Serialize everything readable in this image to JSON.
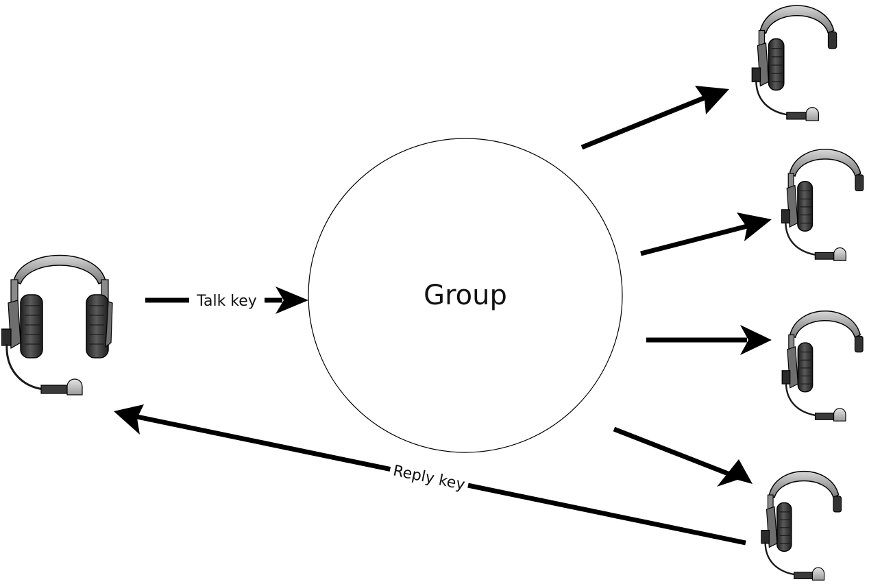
{
  "diagram": {
    "group_label": "Group",
    "talk_label": "Talk  key",
    "reply_label": "Reply key",
    "nodes": {
      "sender": "dual-ear-headset",
      "receivers": [
        "single-ear-headset",
        "single-ear-headset",
        "single-ear-headset",
        "single-ear-headset"
      ]
    },
    "colors": {
      "stroke": "#000000",
      "background": "#ffffff",
      "headband": "#a9a9a9",
      "ear_cushion": "#3a3a3a",
      "mic_tip": "#c8c8c8"
    }
  }
}
